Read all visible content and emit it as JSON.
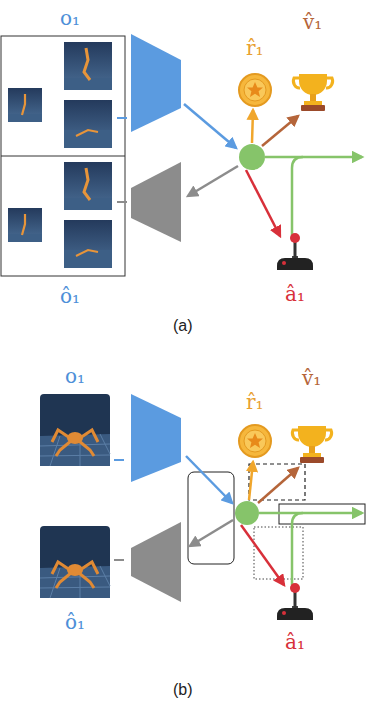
{
  "diagram": {
    "labels": [
      "o₁",
      "r̂₁",
      "v̂₁",
      "ô₁",
      "â₁",
      "(a)",
      "o₁",
      "r̂₁",
      "v̂₁",
      "ô₁",
      "â₁",
      "(b)"
    ]
  }
}
